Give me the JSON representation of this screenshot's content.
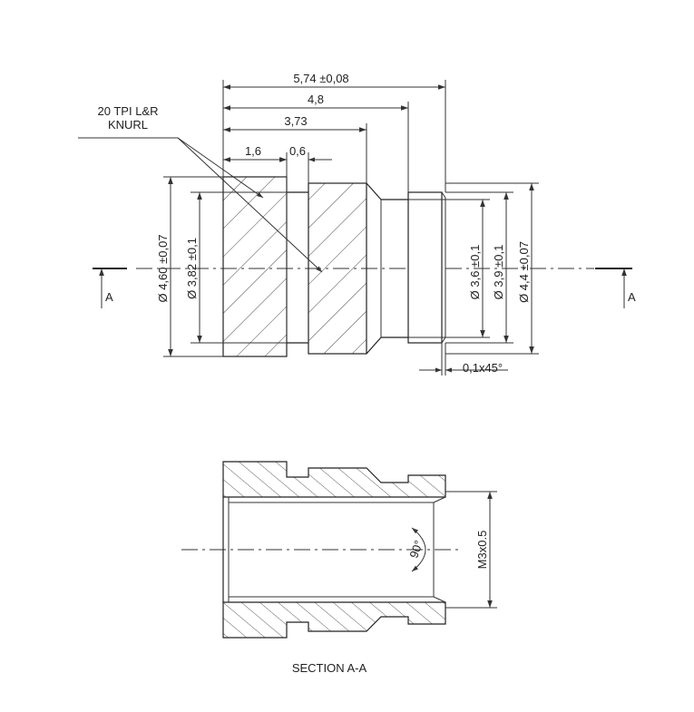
{
  "top_view": {
    "dims_horizontal": [
      "5,74 ±0,08",
      "4,8",
      "3,73",
      "1,6",
      "0,6"
    ],
    "dims_vertical": [
      "Ø 4,60 ±0,07",
      "Ø 3,82 ±0,1",
      "Ø 3,6 ±0,1",
      "Ø 3,9 ±0,1",
      "Ø 4,4 ±0,07"
    ],
    "knurl_note_line1": "20 TPI L&R",
    "knurl_note_line2": "KNURL",
    "chamfer": "0,1x45°",
    "section_marker_left": "A",
    "section_marker_right": "A"
  },
  "section_view": {
    "thread": "M3x0.5",
    "angle": "90°",
    "caption": "SECTION A-A"
  }
}
